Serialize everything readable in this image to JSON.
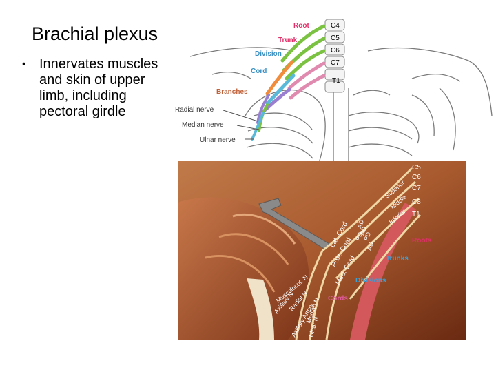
{
  "slide": {
    "title": "Brachial plexus",
    "bullet": "Innervates muscles and skin of upper limb, including pectoral girdle"
  },
  "diagram": {
    "category_labels": [
      {
        "text": "Root",
        "color": "#e0306a"
      },
      {
        "text": "Trunk",
        "color": "#e0306a"
      },
      {
        "text": "Division",
        "color": "#3a8fc2"
      },
      {
        "text": "Cord",
        "color": "#3a8fc2"
      },
      {
        "text": "Branches",
        "color": "#c0623a"
      }
    ],
    "spinal_levels": [
      "C4",
      "C5",
      "C6",
      "C7",
      "T1"
    ],
    "nerve_labels": [
      "Radial nerve",
      "Median nerve",
      "Ulnar nerve"
    ]
  },
  "photo": {
    "root_levels": [
      "C5",
      "C6",
      "C7",
      "C8",
      "T1"
    ],
    "trunk_labels": [
      "Superior",
      "Middle",
      "Inferior"
    ],
    "division_labels": [
      "AD",
      "AD",
      "PD",
      "PD",
      "AD"
    ],
    "cord_labels": [
      "Lat. Cord",
      "Post. Cord",
      "Med. Cord"
    ],
    "nerve_labels": [
      "Musculocut. N",
      "Axillary N",
      "Radial N",
      "Median N",
      "Ulnar N",
      "Axillary Artery"
    ],
    "level_labels": [
      {
        "text": "Roots",
        "color": "#e0306a"
      },
      {
        "text": "Trunks",
        "color": "#3aa0d8"
      },
      {
        "text": "Divisions",
        "color": "#3aa0d8"
      },
      {
        "text": "Cords",
        "color": "#e05c9a"
      }
    ]
  }
}
